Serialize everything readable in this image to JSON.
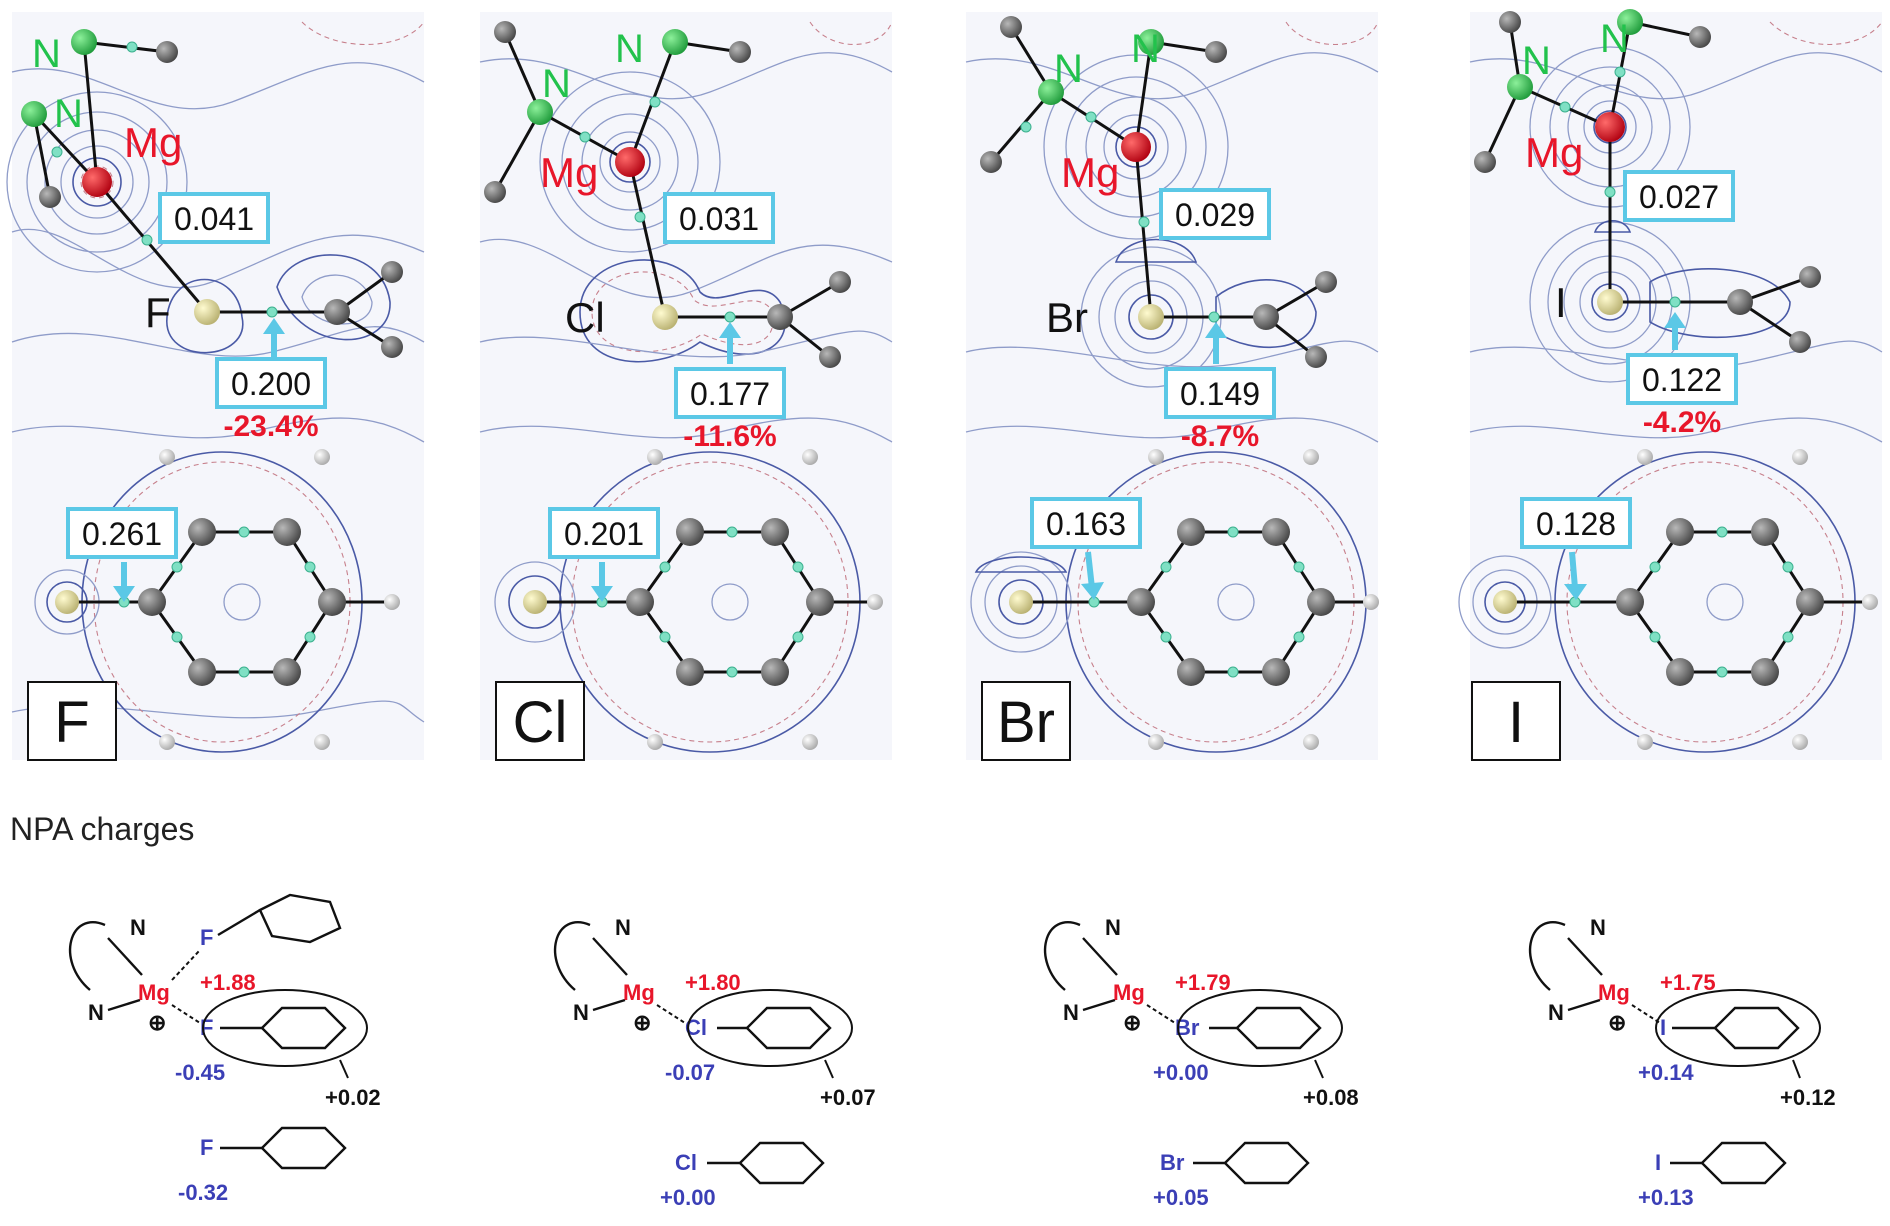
{
  "panels": [
    {
      "halogen": "F",
      "mg_label": "Mg",
      "n_label": "N",
      "rho_mg_x": "0.041",
      "rho_x_c": "0.200",
      "pct": "-23.4%",
      "rho_free": "0.261",
      "box_label": "F"
    },
    {
      "halogen": "Cl",
      "mg_label": "Mg",
      "n_label": "N",
      "rho_mg_x": "0.031",
      "rho_x_c": "0.177",
      "pct": "-11.6%",
      "rho_free": "0.201",
      "box_label": "Cl"
    },
    {
      "halogen": "Br",
      "mg_label": "Mg",
      "n_label": "N",
      "rho_mg_x": "0.029",
      "rho_x_c": "0.149",
      "pct": "-8.7%",
      "rho_free": "0.163",
      "box_label": "Br"
    },
    {
      "halogen": "I",
      "mg_label": "Mg",
      "n_label": "N",
      "rho_mg_x": "0.027",
      "rho_x_c": "0.122",
      "pct": "-4.2%",
      "rho_free": "0.128",
      "box_label": "I"
    }
  ],
  "npa": {
    "title": "NPA charges",
    "complexes": [
      {
        "n1": "N",
        "n2": "N",
        "mg": "Mg",
        "plus": "⊕",
        "x": "F",
        "extra_x": "F",
        "mg_charge": "+1.88",
        "x_charge": "-0.45",
        "ring_charge": "+0.02",
        "free_x": "F",
        "free_charge": "-0.32"
      },
      {
        "n1": "N",
        "n2": "N",
        "mg": "Mg",
        "plus": "⊕",
        "x": "Cl",
        "extra_x": "",
        "mg_charge": "+1.80",
        "x_charge": "-0.07",
        "ring_charge": "+0.07",
        "free_x": "Cl",
        "free_charge": "+0.00"
      },
      {
        "n1": "N",
        "n2": "N",
        "mg": "Mg",
        "plus": "⊕",
        "x": "Br",
        "extra_x": "",
        "mg_charge": "+1.79",
        "x_charge": "+0.00",
        "ring_charge": "+0.08",
        "free_x": "Br",
        "free_charge": "+0.05"
      },
      {
        "n1": "N",
        "n2": "N",
        "mg": "Mg",
        "plus": "⊕",
        "x": "I",
        "extra_x": "",
        "mg_charge": "+1.75",
        "x_charge": "+0.14",
        "ring_charge": "+0.12",
        "free_x": "I",
        "free_charge": "+0.13"
      }
    ]
  },
  "colors": {
    "mg": "#e8162a",
    "n": "#22c24c",
    "charge_blue": "#3b3fb6",
    "rho_box": "#5bc8e6"
  }
}
